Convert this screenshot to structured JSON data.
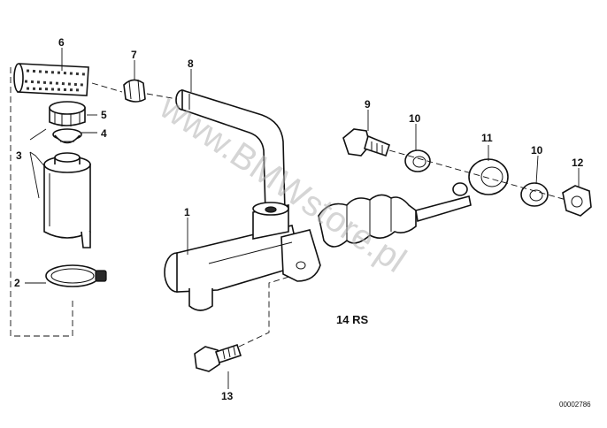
{
  "diagram": {
    "callouts": {
      "p1": "1",
      "p2": "2",
      "p3": "3",
      "p4": "4",
      "p5": "5",
      "p6": "6",
      "p7": "7",
      "p8": "8",
      "p9": "9",
      "p10a": "10",
      "p10b": "10",
      "p11": "11",
      "p12": "12",
      "p13": "13"
    },
    "note": "14 RS",
    "reference_number": "00002786",
    "watermark": "www.BMWstore.pl"
  }
}
